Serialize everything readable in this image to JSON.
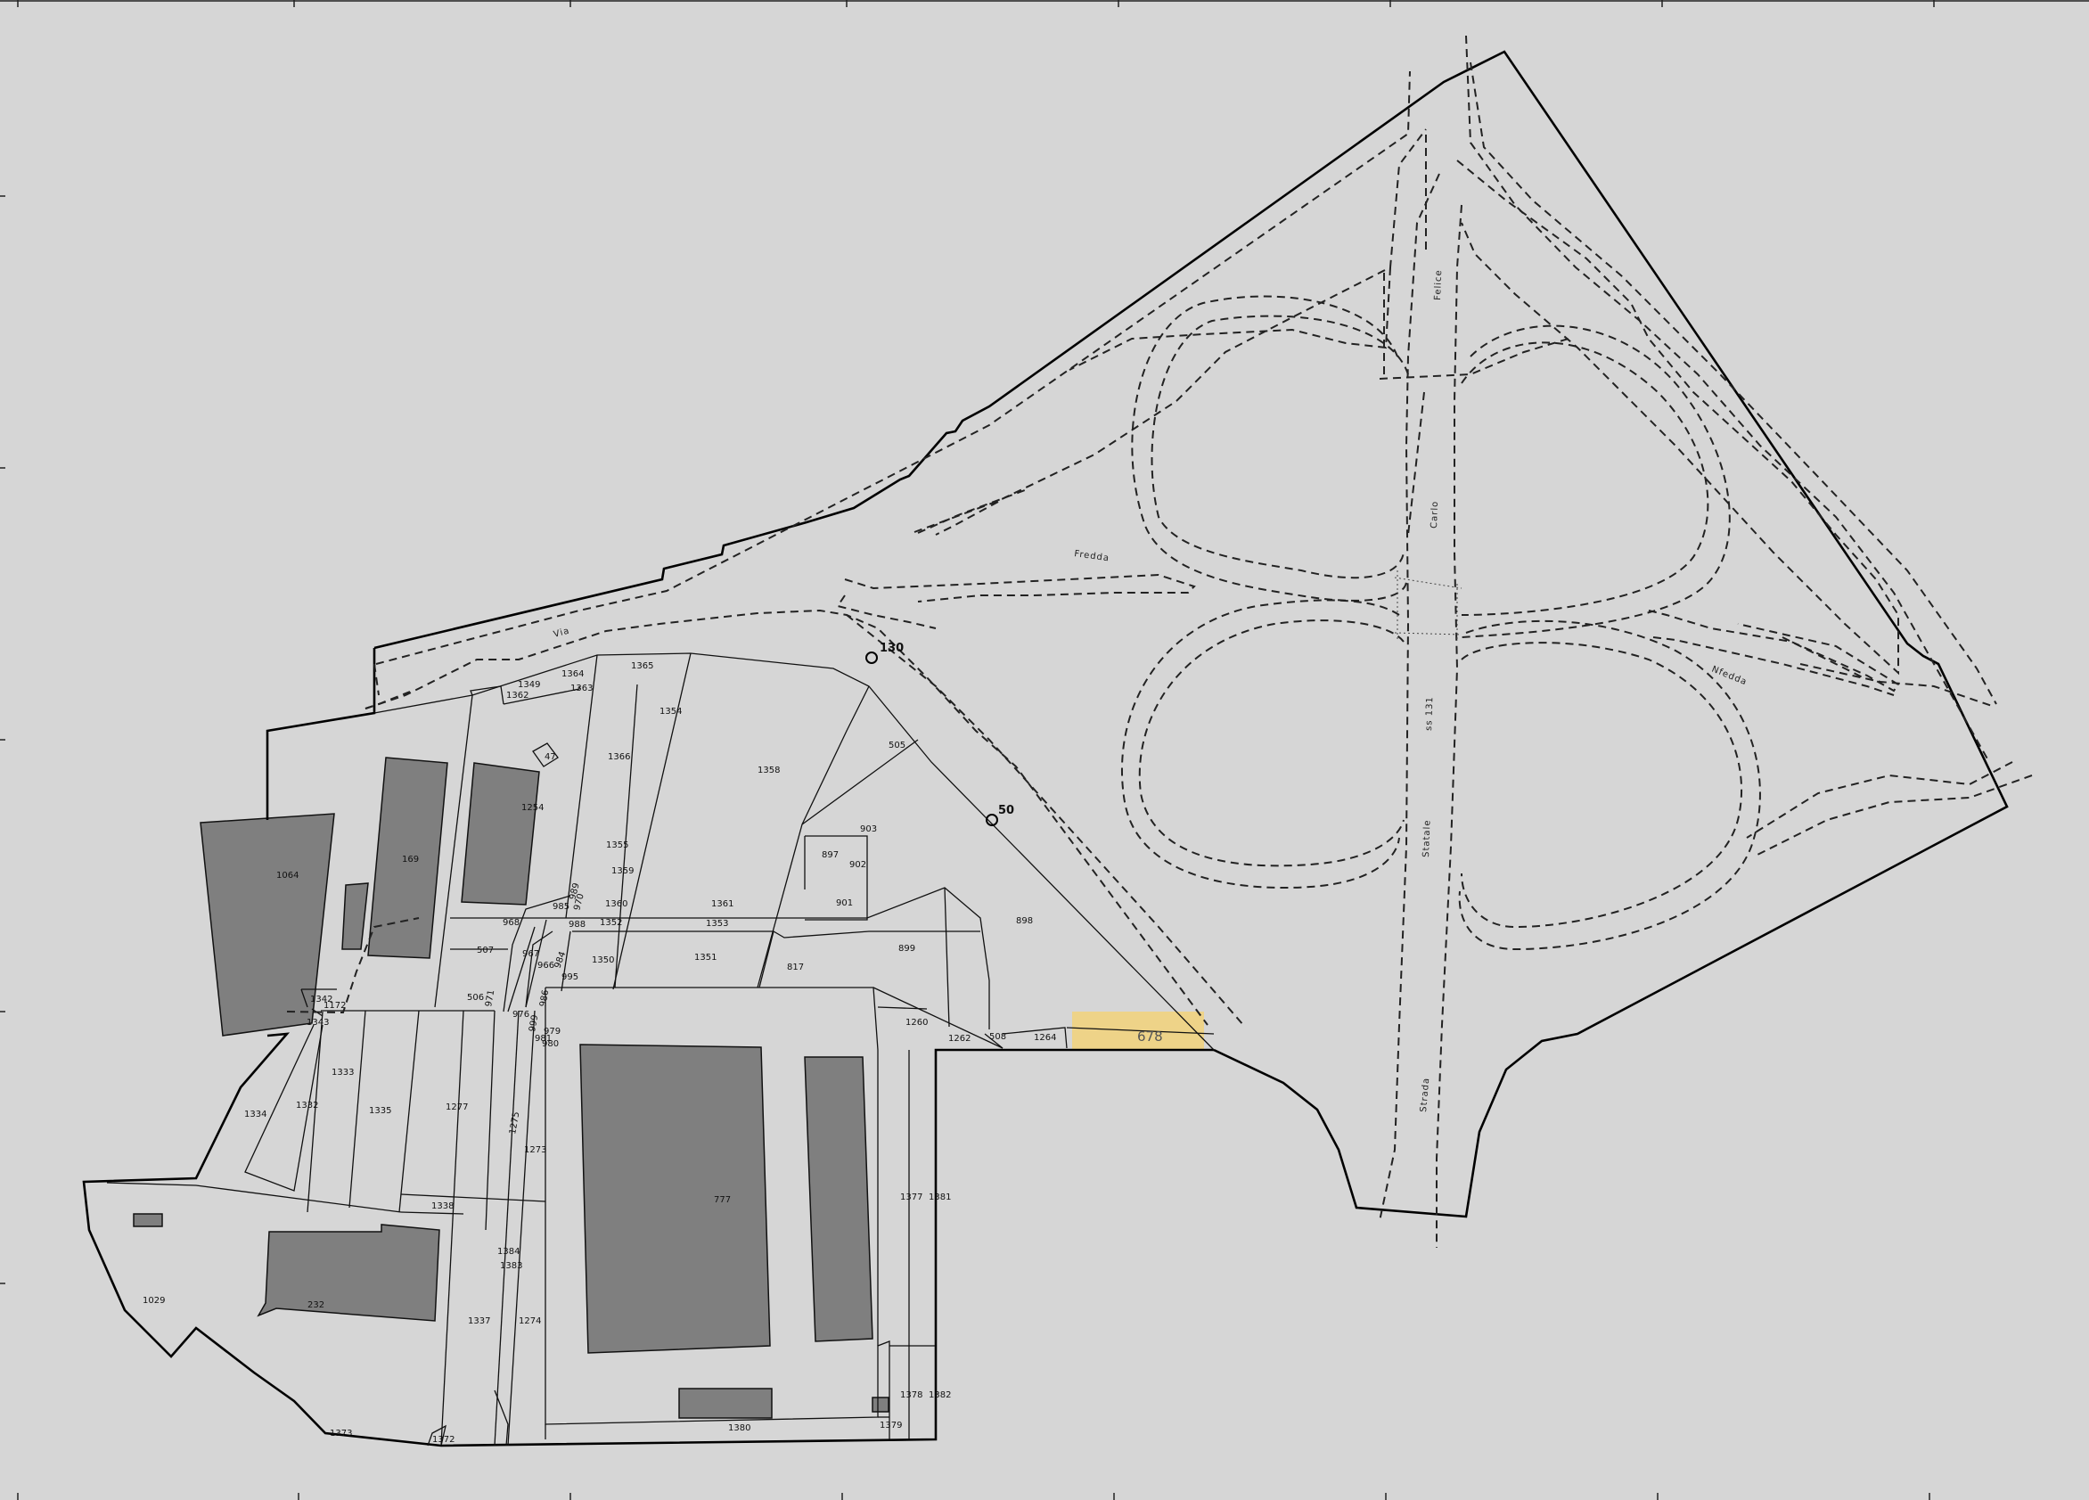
{
  "map": {
    "parcels": {
      "p1064": "1064",
      "p169": "169",
      "p1254": "1254",
      "p47": "47",
      "p1349": "1349",
      "p1362": "1362",
      "p1364": "1364",
      "p1363": "1363",
      "p1365": "1365",
      "p1354": "1354",
      "p1366": "1366",
      "p1358": "1358",
      "p1355": "1355",
      "p1359": "1359",
      "p505": "505",
      "p903": "903",
      "p897": "897",
      "p902": "902",
      "p901": "901",
      "p1361": "1361",
      "p1360": "1360",
      "p1353": "1353",
      "p1352": "1352",
      "p968": "968",
      "p985": "985",
      "p988": "988",
      "p970": "970",
      "p989": "989",
      "p507": "507",
      "p967": "967",
      "p966": "966",
      "p984": "984",
      "p995": "995",
      "p1350": "1350",
      "p1351": "1351",
      "p817": "817",
      "p899": "899",
      "p898": "898",
      "p506": "506",
      "p971": "971",
      "p976": "976",
      "p986": "986",
      "p999": "999",
      "p979": "979",
      "p980": "980",
      "p981": "981",
      "p1343": "1343",
      "p1172": "1172",
      "p1342": "1342",
      "p1260": "1260",
      "p1262": "1262",
      "p508": "508",
      "p1264": "1264",
      "p678": "678",
      "p1333": "1333",
      "p1334": "1334",
      "p1332": "1332",
      "p1335": "1335",
      "p1277": "1277",
      "p1275": "1275",
      "p1273": "1273",
      "p777": "777",
      "p1377": "1377",
      "p1381": "1381",
      "p1338": "1338",
      "p1384": "1384",
      "p1383": "1383",
      "p1337": "1337",
      "p1274": "1274",
      "p232": "232",
      "p1029": "1029",
      "p1378": "1378",
      "p1382": "1382",
      "p1380": "1380",
      "p1379": "1379",
      "p1373": "1373",
      "p1372": "1372"
    },
    "markers": {
      "m130": "130",
      "m50": "50"
    },
    "streets": {
      "via": "Via",
      "fredda": "Fredda",
      "nfedda": "Nfedda",
      "felice": "Felice",
      "carlo": "Carlo",
      "ss131": "ss 131",
      "statale": "Statale",
      "strada": "Strada"
    },
    "colors": {
      "background": "#d6d6d6",
      "building": "#7f7f7f",
      "highlight": "#f2d27a"
    },
    "highlighted_parcel": "678"
  }
}
